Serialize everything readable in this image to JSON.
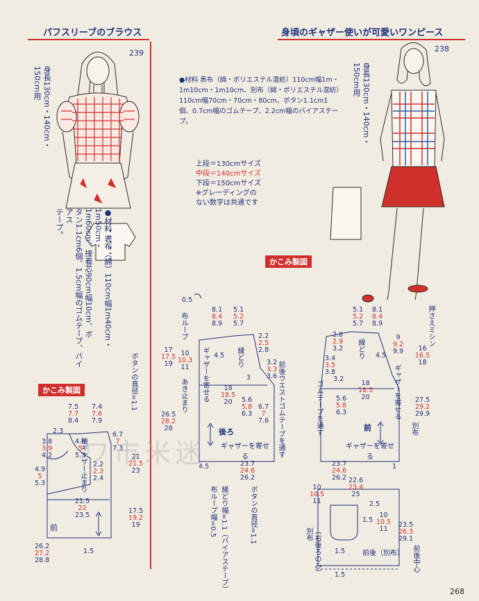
{
  "left": {
    "title": "パフスリーブのブラウス",
    "model_number": "239",
    "sizes_vertical": "身長130cm・140cm・150cm用",
    "materials_vertical": [
      "●材料 表布（綿）110cm幅1m40cm・1m50cm・",
      "1m60cm、接着芯90cm幅10cm、ボ",
      "タン1.1cm6個、1.5cm幅のゴムテープ、バイアス",
      "テープ。"
    ],
    "materials_red": [
      "50cm",
      "1m60cm"
    ],
    "diagram_badge": "かこみ製図",
    "button_diameter": "ボタンの直径=1.1",
    "dims": {
      "a": [
        "7.5",
        "7.7",
        "8.4"
      ],
      "b": [
        "7.4",
        "7.6",
        "7.9"
      ],
      "c": [
        "6.7",
        "7",
        "7.3"
      ],
      "d": [
        "3.8",
        "3.9",
        "4.2"
      ],
      "e": [
        "4.9",
        "5",
        "5.3"
      ],
      "f": [
        "4.9",
        "5",
        "5.3"
      ],
      "g": [
        "2.2",
        "2.3",
        "2.4"
      ],
      "h": [
        "21",
        "21.5",
        "23"
      ],
      "i": [
        "21.5",
        "22",
        "23.5"
      ],
      "j": [
        "17.5",
        "19.2",
        "19"
      ],
      "k": [
        "26.2",
        "27.2",
        "28.8"
      ],
      "l": "2.3",
      "m": "1.5"
    },
    "labels": {
      "front": "前",
      "sleeve_opening": "袖ギャザー止まり"
    }
  },
  "right": {
    "title": "身頃のギャザー使いが可愛いワンピース",
    "model_number": "238",
    "sizes_vertical": "身長130cm・140cm・150cm用",
    "materials": "●材料 表布（綿・ポリエステル混紡）110cm幅1m・1m10cm・1m10cm、別布（綿・ポリエステル混紡）110cm幅70cm・70cm・80cm、ボタン1.1cm1個、0.7cm幅のゴムテープ、2.2cm幅のバイアステープ。",
    "legend": [
      "上段＝130cmサイズ",
      "中段＝140cmサイズ",
      "下段＝150cmサイズ",
      "※グレーディングの",
      "ない数字は共通です"
    ],
    "diagram_badge": "かこみ製図",
    "back": {
      "label": "後ろ",
      "gather": "ギャザーを寄せる",
      "neck_binding": "縁どり",
      "opening": "あき止まり",
      "loop": "布ループ",
      "gather_side": "ギャザーを寄せる",
      "elastic": "前後ウエストゴムテープを通す",
      "dims": {
        "top": [
          "8.1",
          "8.4",
          "8.9"
        ],
        "top2": [
          "5.1",
          "5.2",
          "5.7"
        ],
        "neck": [
          "2.2",
          "2.5",
          "2.8"
        ],
        "side": [
          "3.2",
          "3.3",
          "3.6"
        ],
        "left": [
          "17",
          "17.5",
          "19"
        ],
        "left2": [
          "10",
          "10.3",
          "11"
        ],
        "mid": [
          "18",
          "18.5",
          "20"
        ],
        "mid2": [
          "5.6",
          "5.8",
          "6.3"
        ],
        "mid3": [
          "6.7",
          "7",
          "7.6"
        ],
        "hem": [
          "23.7",
          "24.6",
          "26.2"
        ],
        "hem_side": [
          "26.5",
          "28.2",
          "28"
        ],
        "small1": "0.5",
        "small2": "4.5",
        "small3": "4.5",
        "small4": "3"
      }
    },
    "front": {
      "label": "前",
      "gather": "ギャザーを寄せる",
      "neck_binding": "縁どり",
      "elastic": "ゴムテープを通す",
      "press": "押さえミシン",
      "fabric_label": "別布",
      "dims": {
        "top": [
          "8.1",
          "8.4",
          "8.9"
        ],
        "top2": [
          "5.1",
          "5.2",
          "5.7"
        ],
        "neck": [
          "2.8",
          "2.9",
          "3.2"
        ],
        "side": [
          "9",
          "9.2",
          "9.9"
        ],
        "left": [
          "3.4",
          "3.5",
          "3.8"
        ],
        "right": [
          "16",
          "16.5",
          "18"
        ],
        "mid": [
          "18",
          "18.5",
          "20"
        ],
        "mid2": [
          "5.6",
          "5.8",
          "6.3"
        ],
        "hem": [
          "23.7",
          "24.6",
          "26.2"
        ],
        "hem_side": [
          "27.5",
          "29.2",
          "29.9"
        ],
        "small1": "3.2",
        "small2": "4.5",
        "small3": "1"
      }
    },
    "pocket": {
      "button_note": "ボタンの直径=1.1",
      "binding_note": "縁どり幅=1.1（バイアステープ）",
      "loop_note": "布ループ幅=0.5",
      "fabric": "別布",
      "right_back_only": "（右後ろのみ）",
      "label": "前後（別布）",
      "center": "前後中心",
      "dims": {
        "top": [
          "22.6",
          "23.4",
          "25"
        ],
        "left": [
          "10",
          "10.5",
          "11"
        ],
        "right": [
          "10",
          "10.5",
          "11"
        ],
        "height": [
          "23.5",
          "26.3",
          "29.1"
        ],
        "s1": "2.5",
        "s2": "1.5",
        "s3": "1.5",
        "s4": "1.5"
      }
    }
  },
  "page_number": "268",
  "watermark": "ワ市米迷"
}
